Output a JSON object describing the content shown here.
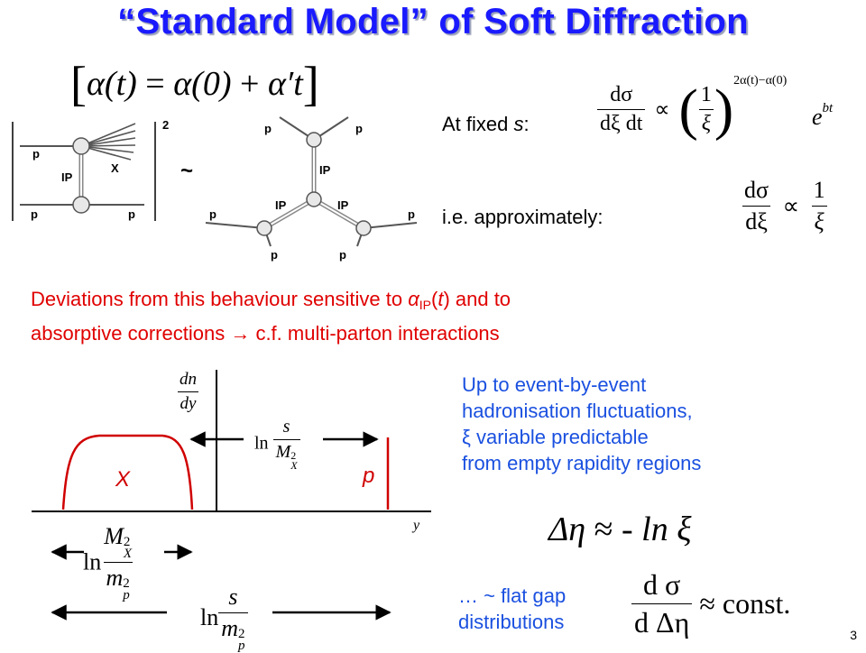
{
  "title": "“Standard Model” of Soft Diffraction",
  "regge": {
    "alpha_t": "α(t)",
    "eq": "=",
    "alpha_0": "α(0)",
    "plus": "+",
    "alpha_prime_t": "α′t"
  },
  "diagrams": {
    "left_labels": {
      "p_top": "p",
      "x": "X",
      "ip": "IP",
      "p_bl": "p",
      "p_br": "p",
      "sq": "2"
    },
    "tilde": "~",
    "right_labels": {
      "p_tl": "p",
      "p_tr": "p",
      "ip_top": "IP",
      "ip_l": "IP",
      "ip_r": "IP",
      "p_ml": "p",
      "p_mr": "p",
      "p_bl": "p",
      "p_br": "p"
    }
  },
  "fixed_s": {
    "label_prefix": "At fixed ",
    "label_var": "s",
    "label_suffix": ":",
    "num": "dσ",
    "den": "dξ dt",
    "prop": "∝",
    "one": "1",
    "xi": "ξ",
    "exponent": "2α(t)−α(0)",
    "ebt_e": "e",
    "ebt_exp": "bt"
  },
  "approx": {
    "label": "i.e. approximately:",
    "num": "dσ",
    "den": "dξ",
    "prop": "∝",
    "one": "1",
    "xi": "ξ"
  },
  "deviation": {
    "line1_pre": "Deviations from this behaviour sensitive to ",
    "alpha": "α",
    "sub": "IP",
    "t_open": "(",
    "t": "t",
    "t_close": ") and to",
    "line2_pre": "absorptive corrections ",
    "arrow": "→",
    "line2_post": " c.f. multi-parton interactions"
  },
  "plot": {
    "dndy_num": "dn",
    "dndy_den": "dy",
    "x_label": "X",
    "p_label": "p",
    "y_axis": "y",
    "ln": "ln",
    "gap_num": "s",
    "gap_den_base": "M",
    "gap_den_sup": "2",
    "gap_den_sub": "X",
    "mx_num_base": "M",
    "mx_num_sup": "2",
    "mx_num_sub": "X",
    "mp_den_base": "m",
    "mp_den_sup": "2",
    "mp_den_sub": "p",
    "s_num": "s"
  },
  "blue_text": {
    "line1": "Up to event-by-event",
    "line2": "hadronisation fluctuations,",
    "line3_xi": "ξ",
    "line3_rest": " variable predictable",
    "line4": "from empty rapidity regions"
  },
  "delta_eta_eq": {
    "lhs": "Δη",
    "approx": "≈",
    "rhs": "- ln ξ"
  },
  "flat_gap": {
    "line1": "… ~ flat gap",
    "line2": "distributions",
    "num": "d σ",
    "den": "d Δη",
    "approx": "≈",
    "const": "const."
  },
  "page_number": "3"
}
